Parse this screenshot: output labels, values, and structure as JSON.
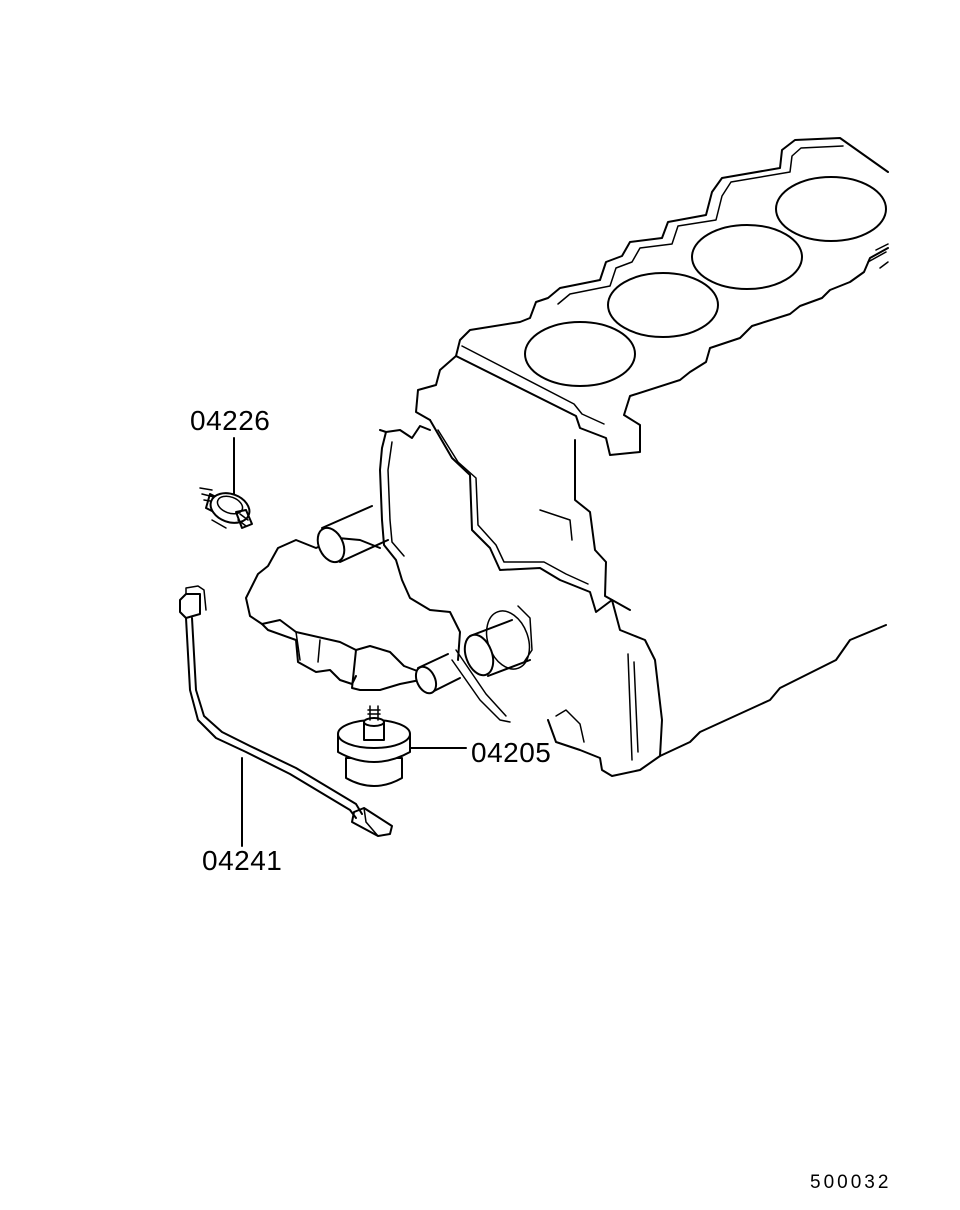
{
  "parts": [
    {
      "id": "p1",
      "number": "04226",
      "icon": "knock-sensor-switch-icon"
    },
    {
      "id": "p2",
      "number": "04205",
      "icon": "oil-pressure-sender-icon"
    },
    {
      "id": "p3",
      "number": "04241",
      "icon": "wiring-harness-icon"
    }
  ],
  "diagram_ref": "500032"
}
